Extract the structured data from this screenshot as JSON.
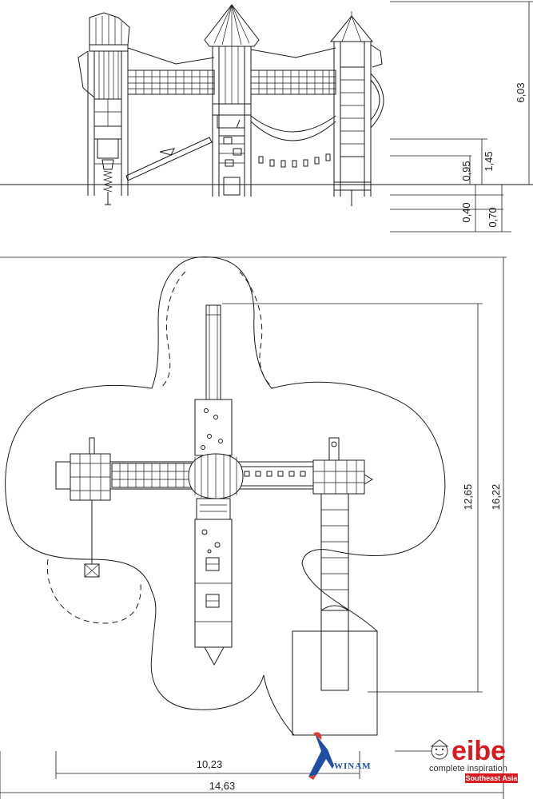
{
  "elevation_dims": {
    "total_height": "6,03",
    "platform_high": "1,45",
    "platform_low": "0,95",
    "foundation_a": "0,40",
    "foundation_b": "0,70"
  },
  "plan_dims": {
    "inner_width": "10,23",
    "outer_width": "14,63",
    "inner_depth": "12,65",
    "outer_depth": "16,22"
  },
  "logos": {
    "winam": "WINAM",
    "eibe": "eibe",
    "eibe_tagline": "complete inspiration",
    "eibe_region": "Southeast Asia"
  },
  "colors": {
    "line": "#1a1a1a",
    "eibe_red": "#d71920",
    "winam_blue": "#1e4fa3",
    "winam_red": "#e03a2f"
  }
}
